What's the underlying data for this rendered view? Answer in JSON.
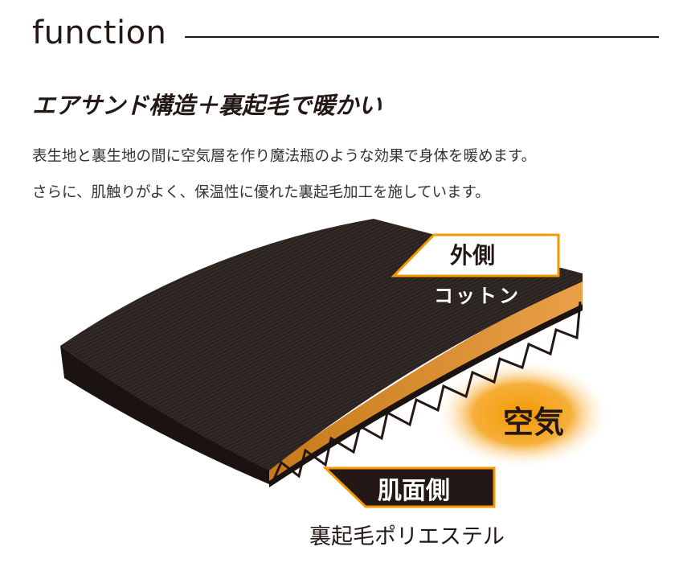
{
  "header": {
    "title": "function"
  },
  "heading": "エアサンド構造＋裏起毛で暖かい",
  "description": [
    "表生地と裏生地の間に空気層を作り魔法瓶のような効果で身体を暖めます。",
    "さらに、肌触りがよく、保温性に優れた裏起毛加工を施しています。"
  ],
  "diagram": {
    "outer_label": "外側",
    "outer_material": "コットン",
    "air_label": "空気",
    "inner_label": "肌面側",
    "inner_material": "裏起毛ポリエステル"
  },
  "colors": {
    "accent": "#f39800",
    "dark": "#231815"
  }
}
